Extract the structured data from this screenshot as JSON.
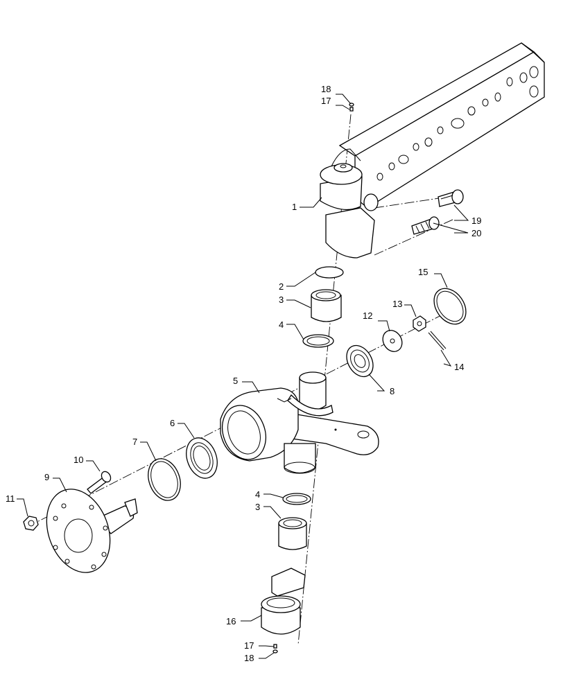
{
  "callouts": {
    "c1": "1",
    "c2": "2",
    "c3a": "3",
    "c3b": "3",
    "c4a": "4",
    "c4b": "4",
    "c5": "5",
    "c6": "6",
    "c7": "7",
    "c8": "8",
    "c9": "9",
    "c10": "10",
    "c11": "11",
    "c12": "12",
    "c13": "13",
    "c14": "14",
    "c15": "15",
    "c16": "16",
    "c17a": "17",
    "c17b": "17",
    "c18a": "18",
    "c18b": "18",
    "c19": "19",
    "c20": "20"
  }
}
